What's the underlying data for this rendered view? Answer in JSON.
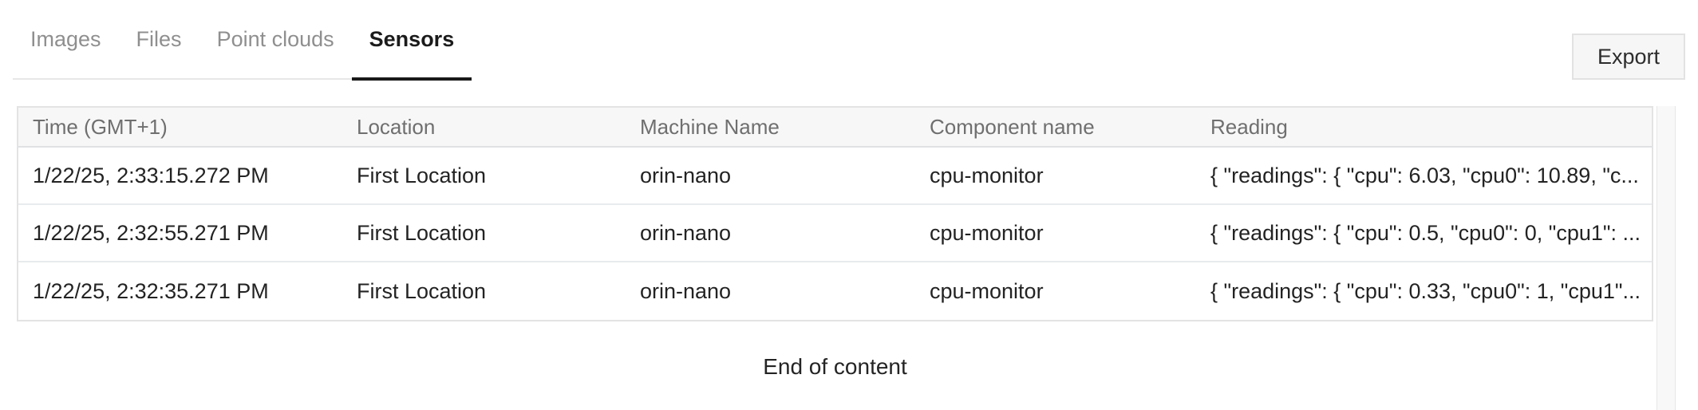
{
  "tabs": [
    {
      "label": "Images",
      "active": false
    },
    {
      "label": "Files",
      "active": false
    },
    {
      "label": "Point clouds",
      "active": false
    },
    {
      "label": "Sensors",
      "active": true
    }
  ],
  "toolbar": {
    "export_label": "Export"
  },
  "table": {
    "columns": [
      "Time (GMT+1)",
      "Location",
      "Machine Name",
      "Component name",
      "Reading"
    ],
    "rows": [
      {
        "time": "1/22/25, 2:33:15.272 PM",
        "location": "First Location",
        "machine": "orin-nano",
        "component": "cpu-monitor",
        "reading": "{ \"readings\": { \"cpu\": 6.03, \"cpu0\": 10.89, \"c..."
      },
      {
        "time": "1/22/25, 2:32:55.271 PM",
        "location": "First Location",
        "machine": "orin-nano",
        "component": "cpu-monitor",
        "reading": "{ \"readings\": { \"cpu\": 0.5, \"cpu0\": 0, \"cpu1\": ..."
      },
      {
        "time": "1/22/25, 2:32:35.271 PM",
        "location": "First Location",
        "machine": "orin-nano",
        "component": "cpu-monitor",
        "reading": "{ \"readings\": { \"cpu\": 0.33, \"cpu0\": 1, \"cpu1\"..."
      }
    ],
    "end_message": "End of content"
  },
  "colors": {
    "active_tab_underline": "#191919",
    "inactive_tab_text": "#8f8f8f",
    "header_background": "#f7f7f7",
    "header_text": "#6f6f6f",
    "table_border": "#e3e3e3",
    "row_divider": "#e8ebed",
    "body_text": "#232323",
    "export_background": "#f6f6f6"
  }
}
